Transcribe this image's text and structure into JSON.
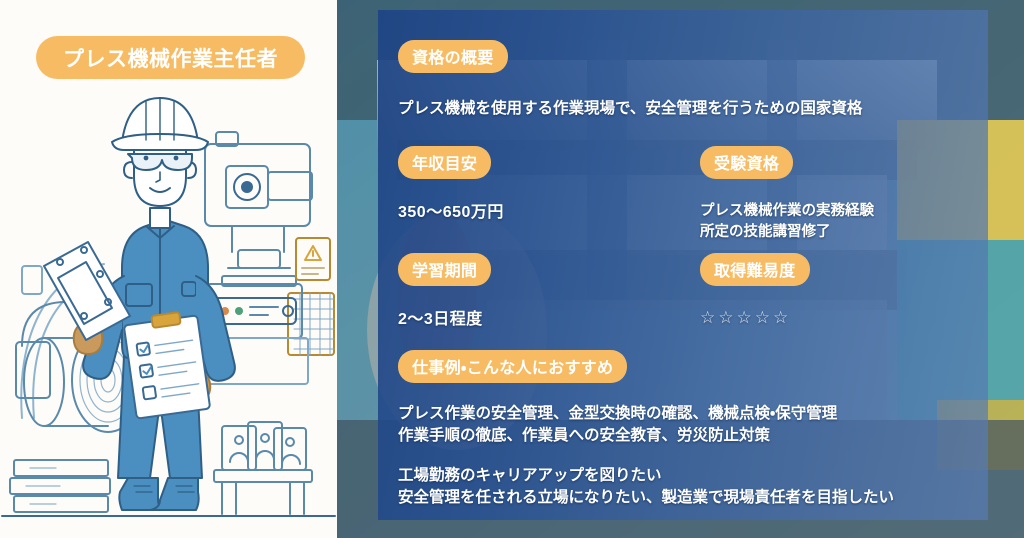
{
  "title": {
    "badge_label": "プレス機械作業主任者"
  },
  "illustration": {
    "alt_name": "press-machine-worker-illustration",
    "line_color": "#3a6a94",
    "uniform_color": "#4a8fc0",
    "glove_color": "#c99a5b"
  },
  "colors": {
    "badge_orange": "#f7bc63",
    "overlay_blue": "#28508f",
    "panel_background": "#fdfcf9",
    "text_white": "#ffffff"
  },
  "sections": {
    "overview": {
      "badge": "資格の概要",
      "description": "プレス機械を使用する作業現場で、安全管理を行うための国家資格"
    },
    "salary": {
      "badge": "年収目安",
      "value": "350〜650万円"
    },
    "eligibility": {
      "badge": "受験資格",
      "lines": [
        "プレス機械作業の実務経験",
        "所定の技能講習修了"
      ]
    },
    "duration": {
      "badge": "学習期間",
      "value": "2〜3日程度"
    },
    "difficulty": {
      "badge": "取得難易度",
      "stars": "☆☆☆☆☆",
      "rating": 0,
      "max_rating": 5
    },
    "jobs": {
      "badge": "仕事例・こんな人におすすめ",
      "lines": [
        "プレス作業の安全管理、金型交換時の確認、機械点検・保守管理",
        "作業手順の徹底、作業員への安全教育、労災防止対策"
      ],
      "recommend_lines": [
        "工場勤務のキャリアアップを図りたい",
        "安全管理を任される立場になりたい、製造業で現場責任者を目指したい"
      ]
    }
  }
}
